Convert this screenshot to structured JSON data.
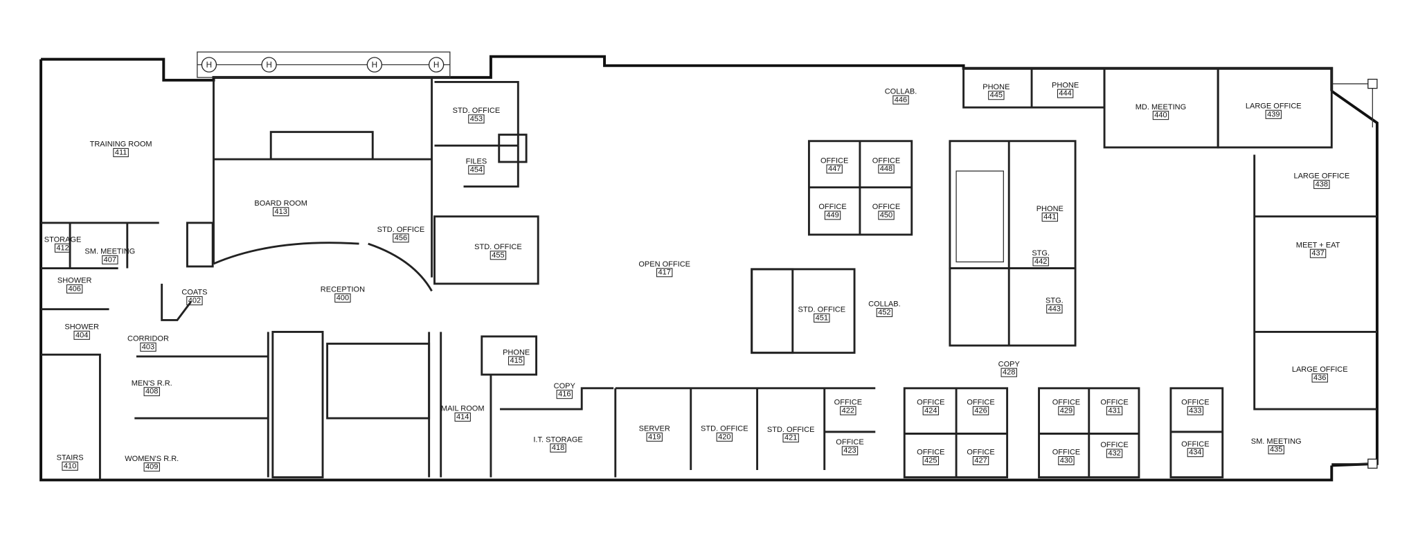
{
  "rooms": [
    {
      "name": "TRAINING ROOM",
      "number": "411"
    },
    {
      "name": "BOARD ROOM",
      "number": "413"
    },
    {
      "name": "STD. OFFICE",
      "number": "456"
    },
    {
      "name": "STORAGE",
      "number": "412"
    },
    {
      "name": "SM. MEETING",
      "number": "407"
    },
    {
      "name": "SHOWER",
      "number": "406"
    },
    {
      "name": "COATS",
      "number": "402"
    },
    {
      "name": "RECEPTION",
      "number": "400"
    },
    {
      "name": "SHOWER",
      "number": "404"
    },
    {
      "name": "CORRIDOR",
      "number": "403"
    },
    {
      "name": "MEN'S R.R.",
      "number": "408"
    },
    {
      "name": "WOMEN'S R.R.",
      "number": "409"
    },
    {
      "name": "STAIRS",
      "number": "410"
    },
    {
      "name": "STD. OFFICE",
      "number": "453"
    },
    {
      "name": "FILES",
      "number": "454"
    },
    {
      "name": "STD. OFFICE",
      "number": "455"
    },
    {
      "name": "OPEN OFFICE",
      "number": "417"
    },
    {
      "name": "COLLAB.",
      "number": "446"
    },
    {
      "name": "OFFICE",
      "number": "447"
    },
    {
      "name": "OFFICE",
      "number": "448"
    },
    {
      "name": "OFFICE",
      "number": "449"
    },
    {
      "name": "OFFICE",
      "number": "450"
    },
    {
      "name": "STD. OFFICE",
      "number": "451"
    },
    {
      "name": "COLLAB.",
      "number": "452"
    },
    {
      "name": "PHONE",
      "number": "415"
    },
    {
      "name": "COPY",
      "number": "416"
    },
    {
      "name": "MAIL ROOM",
      "number": "414"
    },
    {
      "name": "I.T. STORAGE",
      "number": "418"
    },
    {
      "name": "SERVER",
      "number": "419"
    },
    {
      "name": "STD. OFFICE",
      "number": "420"
    },
    {
      "name": "STD. OFFICE",
      "number": "421"
    },
    {
      "name": "OFFICE",
      "number": "422"
    },
    {
      "name": "OFFICE",
      "number": "423"
    },
    {
      "name": "PHONE",
      "number": "445"
    },
    {
      "name": "PHONE",
      "number": "444"
    },
    {
      "name": "MD. MEETING",
      "number": "440"
    },
    {
      "name": "LARGE OFFICE",
      "number": "439"
    },
    {
      "name": "LARGE OFFICE",
      "number": "438"
    },
    {
      "name": "PHONE",
      "number": "441"
    },
    {
      "name": "STG.",
      "number": "442"
    },
    {
      "name": "STG.",
      "number": "443"
    },
    {
      "name": "MEET + EAT",
      "number": "437"
    },
    {
      "name": "COPY",
      "number": "428"
    },
    {
      "name": "LARGE OFFICE",
      "number": "436"
    },
    {
      "name": "OFFICE",
      "number": "424"
    },
    {
      "name": "OFFICE",
      "number": "426"
    },
    {
      "name": "OFFICE",
      "number": "425"
    },
    {
      "name": "OFFICE",
      "number": "427"
    },
    {
      "name": "OFFICE",
      "number": "429"
    },
    {
      "name": "OFFICE",
      "number": "431"
    },
    {
      "name": "OFFICE",
      "number": "430"
    },
    {
      "name": "OFFICE",
      "number": "432"
    },
    {
      "name": "OFFICE",
      "number": "433"
    },
    {
      "name": "OFFICE",
      "number": "434"
    },
    {
      "name": "SM. MEETING",
      "number": "435"
    }
  ],
  "canopy_columns": {
    "label": "H"
  },
  "colors": {
    "wall": "#222222",
    "background": "#ffffff"
  }
}
